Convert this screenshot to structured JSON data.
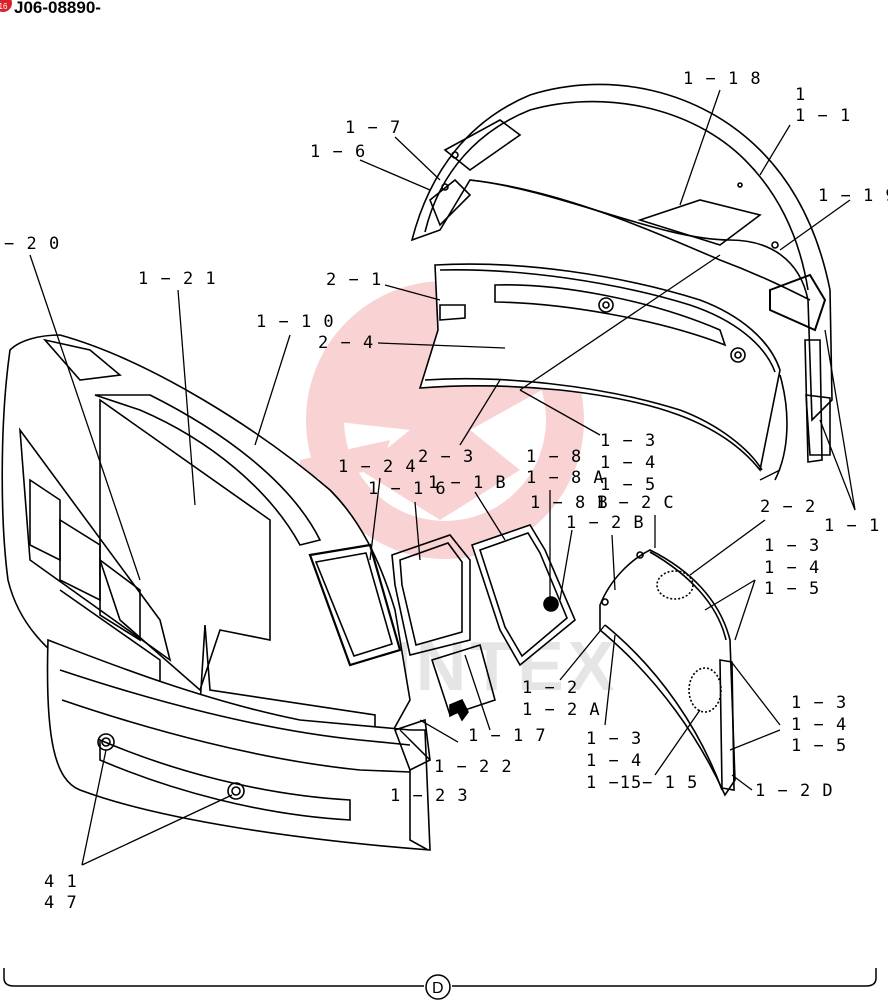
{
  "header": {
    "badge_text": "16",
    "document_id": "J06-08890-"
  },
  "watermark": {
    "text": "MINTEX",
    "color": "#e8393f"
  },
  "sheet_marker": {
    "letter": "D"
  },
  "labels": {
    "l_1_18": "1 − 1 8",
    "l_1": "1",
    "l_1_1_top": "1 − 1",
    "l_1_19": "1 − 1 9",
    "l_1_7": "1 − 7",
    "l_1_6": "1 − 6",
    "l_1_20": "− 2 0",
    "l_1_21": "1 − 2 1",
    "l_2_1": "2 − 1",
    "l_1_10": "1 − 1 0",
    "l_2_4": "2 − 4",
    "l_1_3_a": "1 − 3",
    "l_1_4_a": "1 − 4",
    "l_1_5_a": "1 − 5",
    "l_1_24": "1 − 2 4",
    "l_2_3": "2 − 3",
    "l_1_8": "1 − 8",
    "l_1_8A": "1 − 8 A",
    "l_1_16": "1 − 1 6",
    "l_1_1B": "1 − 1 B",
    "l_1_8B": "1 − 8 B",
    "l_1_2C": "1 − 2 C",
    "l_2_2": "2 − 2",
    "l_1_1_right": "1 − 1",
    "l_1_2B": "1 − 2 B",
    "l_1_3_b": "1 − 3",
    "l_1_4_b": "1 − 4",
    "l_1_5_b": "1 − 5",
    "l_1_2": "1 − 2",
    "l_1_2A": "1 − 2 A",
    "l_1_3_c": "1 − 3",
    "l_1_4_c": "1 − 4",
    "l_1_5_c": "1 − 5",
    "l_1_17": "1 − 1 7",
    "l_1_3_d": "1 − 3",
    "l_1_4_d": "1 − 4",
    "l_1_15_d": "1 −15− 1 5",
    "l_1_22": "1 − 2 2",
    "l_1_23": "1 − 2 3",
    "l_1_2D": "1 − 2 D",
    "l_41": "4 1",
    "l_47": "4 7"
  }
}
